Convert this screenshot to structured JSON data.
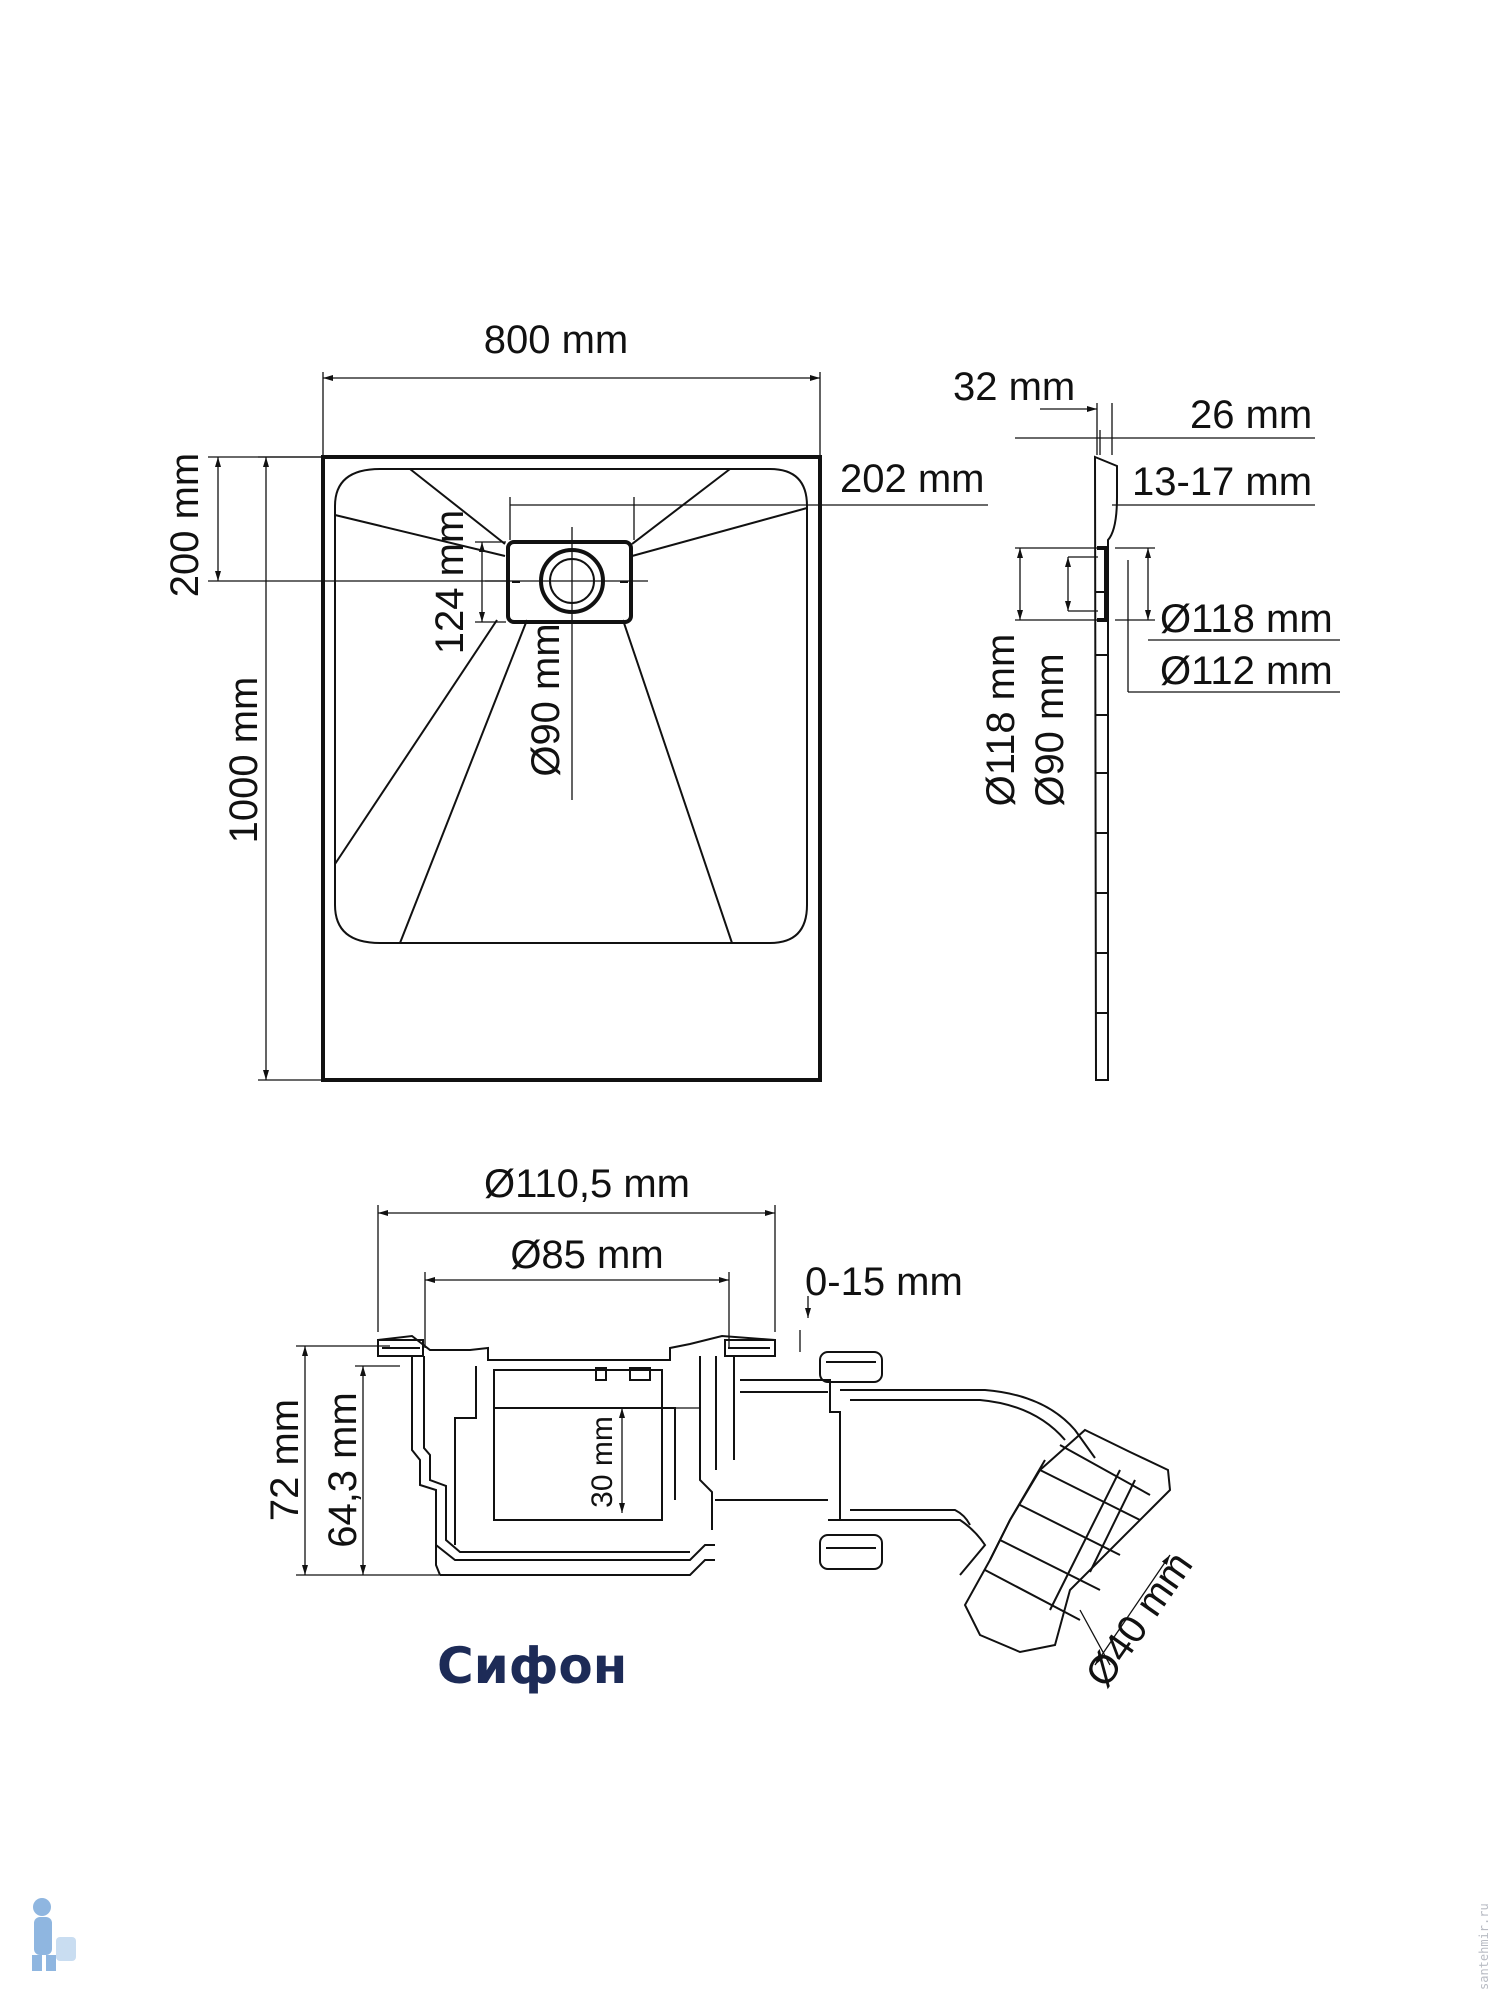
{
  "tray_plan": {
    "width_label": "800 mm",
    "length_label": "1000 mm",
    "drain_offset_label": "200 mm",
    "drain_width_label": "202 mm",
    "drain_height_label": "124 mm",
    "drain_diameter_label": "Ø90 mm"
  },
  "tray_section": {
    "thickness_label": "32 mm",
    "rim_label": "26 mm",
    "slope_label": "13-17 mm",
    "outer_diameter_label": "Ø118 mm",
    "inner_diameter_label": "Ø112 mm",
    "vertical_outer_label": "Ø118 mm",
    "vertical_inner_label": "Ø90 mm"
  },
  "siphon": {
    "title": "Сифон",
    "flange_diameter_label": "Ø110,5 mm",
    "body_diameter_label": "Ø85 mm",
    "adjust_label": "0-15 mm",
    "total_height_label": "72 mm",
    "body_height_label": "64,3 mm",
    "water_seal_label": "30 mm",
    "outlet_diameter_label": "Ø40 mm"
  },
  "colors": {
    "line": "#111111",
    "title": "#1d2b57",
    "panel": "#ffffff",
    "logo": "#8fb6e0"
  },
  "watermark": {
    "text": "santehmir.ru",
    "logo_icon": "plumber-logo-icon"
  }
}
